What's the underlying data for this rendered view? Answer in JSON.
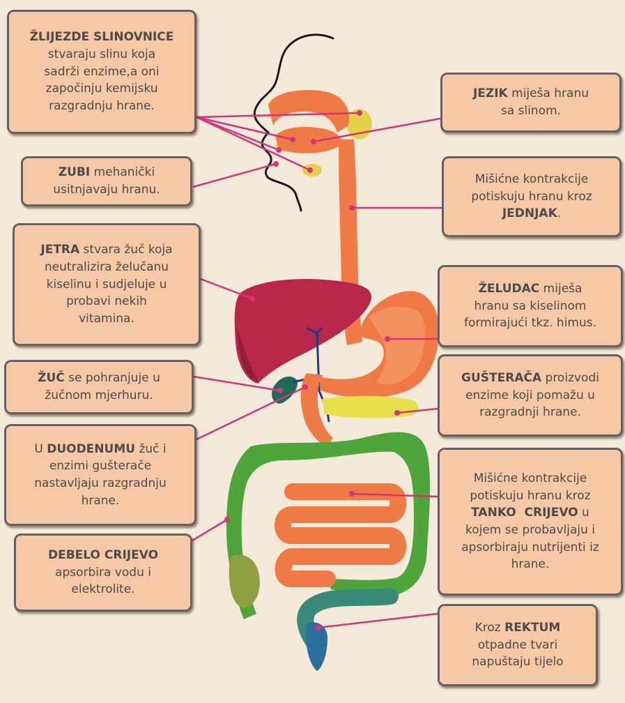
{
  "labels": {
    "salivary": {
      "title": "ŽLIJEZDE SLINOVNICE",
      "lines": [
        "stvaraju slinu koja",
        "sadrži enzime,a oni",
        "započinju kemijsku",
        "razgradnju hrane."
      ]
    },
    "teeth": {
      "bold": "ZUBI",
      "after": " mehanički",
      "lines": [
        "usitnjavaju hranu."
      ]
    },
    "liver": {
      "bold": "JETRA",
      "after": " stvara žuč koja",
      "lines": [
        "neutralizira želučanu",
        "kiselinu i sudjeluje u",
        "probavi nekih",
        "vitamina."
      ]
    },
    "bile": {
      "bold": "ŽUČ",
      "after": " se pohranjuje u",
      "lines": [
        "žučnom mjerhuru."
      ]
    },
    "duodenum": {
      "before": "U ",
      "bold": "DUODENUMU",
      "after": " žuč i",
      "lines": [
        "enzimi gušterače",
        "nastavljaju razgradnju",
        "hrane."
      ]
    },
    "colon": {
      "title": "DEBELO CRIJEVO",
      "lines": [
        "apsorbira vodu i",
        "elektrolite."
      ]
    },
    "tongue": {
      "bold": "JEZIK",
      "after": " miješa hranu",
      "lines": [
        "sa slinom."
      ]
    },
    "esophagus": {
      "lines": [
        "Mišićne kontrakcije",
        "potiskuju hranu kroz"
      ],
      "bold": "JEDNJAK",
      "after": "."
    },
    "stomach": {
      "bold": "ŽELUDAC",
      "after": " miješa",
      "lines": [
        "hranu sa kiselinom",
        "formirajući tkz. himus."
      ]
    },
    "pancreas": {
      "bold": "GUŠTERAČA",
      "after": " proizvodi",
      "lines": [
        "enzime koji pomažu u",
        "razgradnji hrane."
      ]
    },
    "small_intestine": {
      "lines_before": [
        "Mišićne kontrakcije",
        "potiskuju hranu kroz"
      ],
      "bold": "TANKO  CRIJEVO",
      "after": " u",
      "lines_after": [
        "kojem se probavljaju i",
        "apsorbiraju nutrijenti iz",
        "hrane."
      ]
    },
    "rectum": {
      "before": "Kroz ",
      "bold": "REKTUM",
      "lines": [
        "otpadne tvari",
        "napuštaju tijelo"
      ]
    }
  },
  "colors": {
    "background": "#f4ead9",
    "box_fill": "#f5c8a6",
    "box_border": "#6b6060",
    "text": "#4e4a4a",
    "pointer_line": "#d6337a",
    "digestive_tract": "#f07a45",
    "liver": "#b8264a",
    "colon": "#4ea63a",
    "pancreas": "#e6e04a",
    "gallbladder": "#1f6b5a",
    "rectum": "#2a6fa0"
  }
}
